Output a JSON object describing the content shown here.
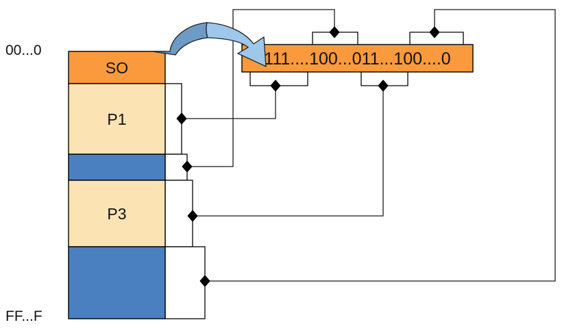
{
  "diagram": {
    "title": "memory-layout-bitmap-diagram",
    "colors": {
      "orange": "#FB9A3C",
      "tan": "#FCE3B4",
      "blue": "#4A80BF",
      "arrow_dark_blue": "#6E9BC5",
      "arrow_light_blue": "#9DC8EC",
      "outline": "#000000",
      "wire": "#1a1a1a",
      "background": "#ffffff"
    },
    "address_labels": {
      "top": "00...0",
      "bottom": "FF...F"
    },
    "memory_blocks": [
      {
        "label": "SO",
        "fill": "orange",
        "has_connector": false
      },
      {
        "label": "P1",
        "fill": "tan",
        "has_connector": true
      },
      {
        "label": "",
        "fill": "blue",
        "has_connector": true
      },
      {
        "label": "P3",
        "fill": "tan",
        "has_connector": true
      },
      {
        "label": "",
        "fill": "blue",
        "has_connector": true
      }
    ],
    "bitstring": {
      "value": "111....100...011...100....0",
      "fill": "orange",
      "top_connectors": 2,
      "bottom_connectors": 2
    },
    "arrow": {
      "name": "curved-swap-arrow",
      "direction": "left-to-right-arc",
      "from": "SO",
      "to": "bitstring"
    },
    "connector_count": 4
  }
}
